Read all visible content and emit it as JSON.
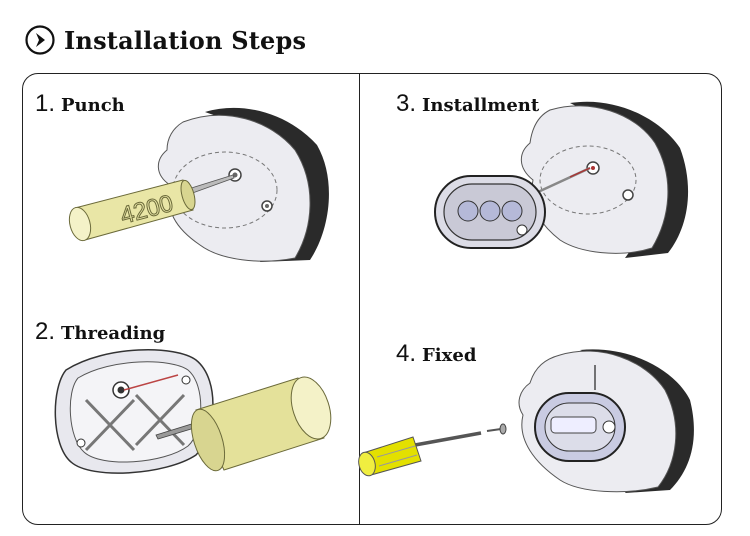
{
  "header": {
    "title": "Installation Steps",
    "icon": "circle-chevron-right-icon"
  },
  "steps": [
    {
      "number": "1.",
      "label": "Punch",
      "tool_text": "4200"
    },
    {
      "number": "2.",
      "label": "Threading"
    },
    {
      "number": "3.",
      "label": "Installment"
    },
    {
      "number": "4.",
      "label": "Fixed"
    }
  ],
  "colors": {
    "tool_yellow": "#e9e6a6",
    "screwdriver_yellow": "#e3e000",
    "surface_gray": "#e9e9ef",
    "surface_dark": "#2a2a2a",
    "border": "#222222"
  }
}
